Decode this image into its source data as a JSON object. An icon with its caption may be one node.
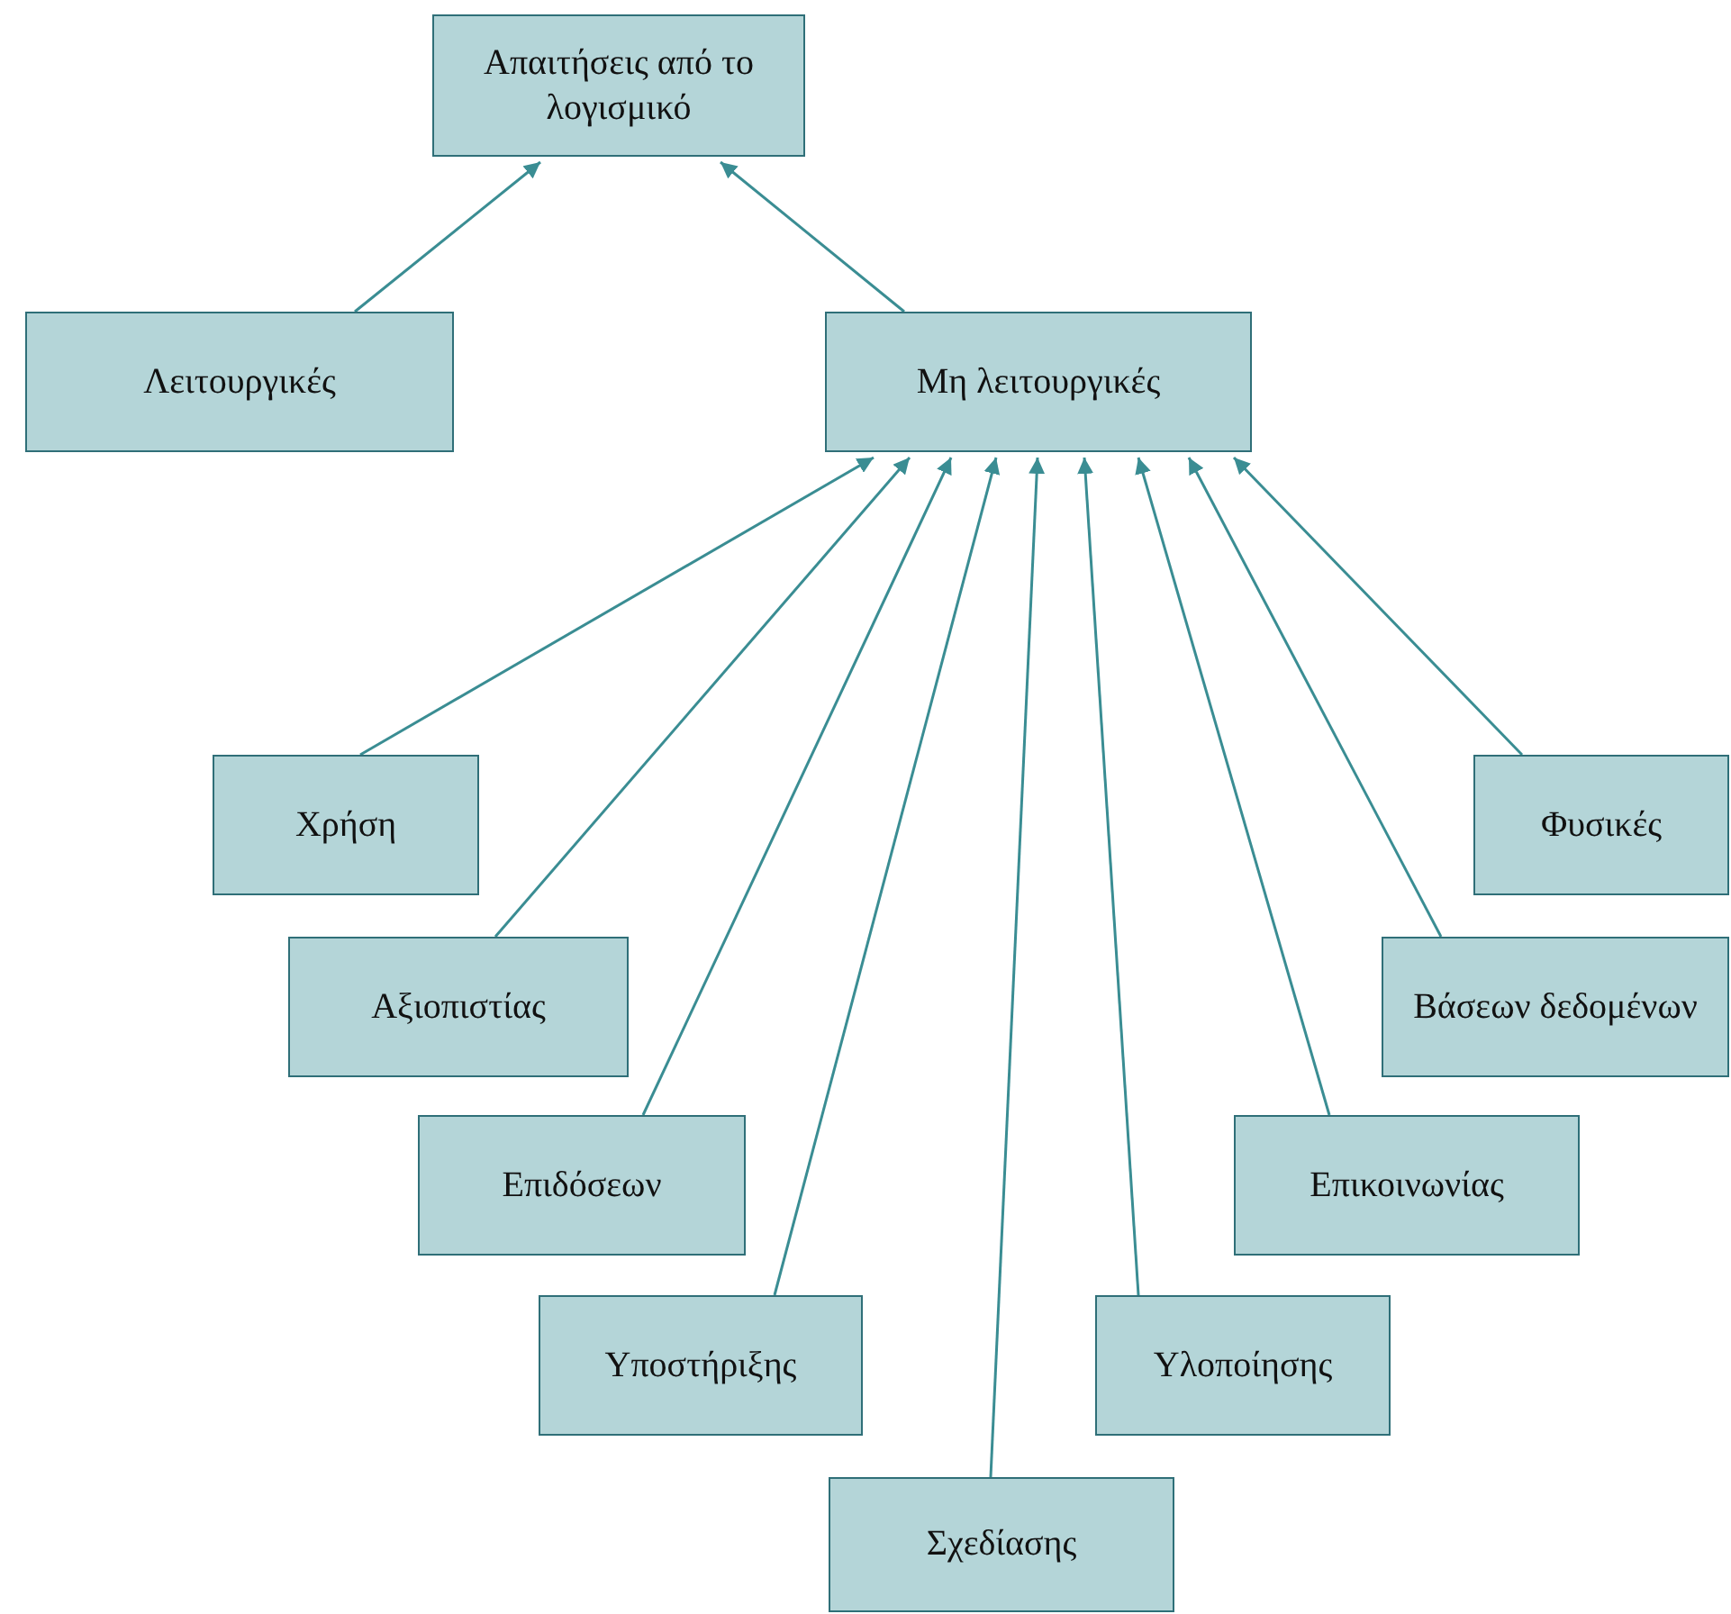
{
  "diagram": {
    "nodes": [
      {
        "text": [
          "Απαιτήσεις από το λογισμικό"
        ]
      },
      {
        "text": [
          "Λειτουργικές"
        ]
      },
      {
        "text": [
          "Μη λειτουργικές"
        ]
      },
      {
        "text": [
          "Χρήση"
        ]
      },
      {
        "text": [
          "Αξιοπιστίας"
        ]
      },
      {
        "text": [
          "Επιδόσεων"
        ]
      },
      {
        "text": [
          "Υποστήριξης"
        ]
      },
      {
        "text": [
          "Σχεδίασης"
        ]
      },
      {
        "text": [
          "Υλοποίησης"
        ]
      },
      {
        "text": [
          "Επικοινωνίας"
        ]
      },
      {
        "text": [
          "Βάσεων δεδομένων"
        ]
      },
      {
        "text": [
          "Φυσικές"
        ]
      }
    ],
    "edges": [
      {
        "from": 1,
        "to": 0,
        "arrow": "to"
      },
      {
        "from": 2,
        "to": 0,
        "arrow": "to"
      },
      {
        "from": 3,
        "to": 2,
        "arrow": "to"
      },
      {
        "from": 4,
        "to": 2,
        "arrow": "to"
      },
      {
        "from": 5,
        "to": 2,
        "arrow": "to"
      },
      {
        "from": 6,
        "to": 2,
        "arrow": "to"
      },
      {
        "from": 7,
        "to": 2,
        "arrow": "to"
      },
      {
        "from": 8,
        "to": 2,
        "arrow": "to"
      },
      {
        "from": 9,
        "to": 2,
        "arrow": "to"
      },
      {
        "from": 10,
        "to": 2,
        "arrow": "to"
      },
      {
        "from": 11,
        "to": 2,
        "arrow": "to"
      }
    ]
  }
}
